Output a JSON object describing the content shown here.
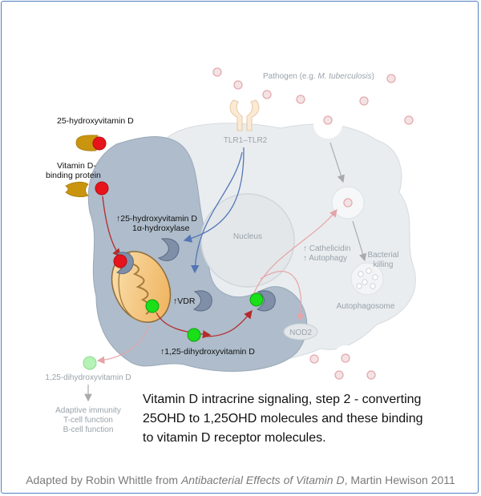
{
  "labels": {
    "pathogen_prefix": "Pathogen (e.g. ",
    "pathogen_species": "M. tuberculosis",
    "pathogen_suffix": ")",
    "tlr": "TLR1–TLR2",
    "hydroxy25": "25-hydroxyvitamin D",
    "dbp_line1": "Vitamin D-",
    "dbp_line2": "binding protein",
    "enzyme_line1": "↑25-hydroxyvitamin D",
    "enzyme_line2": "1α-hydroxylase",
    "nucleus": "Nucleus",
    "cathelicidin": "↑ Cathelicidin",
    "autophagy": "↑ Autophagy",
    "bacterial_1": "Bacterial",
    "bacterial_2": "killing",
    "vdr": "↑VDR",
    "autophagosome": "Autophagosome",
    "nod2": "NOD2",
    "dihydroxy_inside": "↑1,25-dihydroxyvitamin D",
    "dihydroxy_outside": "1,25-dihydroxyvitamin D",
    "immunity_1": "Adaptive immunity",
    "immunity_2": "T-cell function",
    "immunity_3": "B-cell function"
  },
  "caption": {
    "line1": "Vitamin D intracrine signaling, step 2 - converting",
    "line2": "25OHD to 1,25OHD molecules and these binding",
    "line3": "to vitamin D receptor molecules."
  },
  "credit": {
    "prefix": "Adapted by Robin Whittle from ",
    "title": "Antibacterial Effects of Vitamin D",
    "suffix": ", Martin Hewison 2011"
  },
  "colors": {
    "frame": "#4f7fc0",
    "cell_dark": "#aebccb",
    "cell_light": "#e9edf0",
    "hydroxy25_red": "#e8141c",
    "dihydroxy_green": "#19e019",
    "mito_orange": "#f6c37a",
    "arrow_red": "#b52a2a",
    "arrow_blue": "#5576b5",
    "pathogen_pink": "#f0d2d5"
  }
}
